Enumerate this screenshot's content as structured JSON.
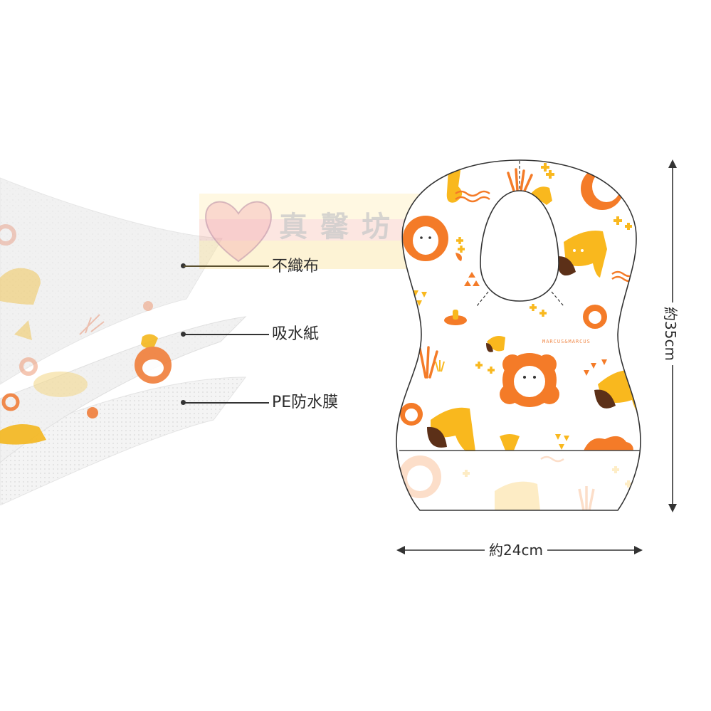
{
  "image_type": "product layer diagram with dimensions",
  "watermark": {
    "title": "真馨坊",
    "colors": {
      "band_top": "#FFF0BE",
      "band_mid": "#F08C78",
      "band_bottom": "#FAE196"
    }
  },
  "layers": {
    "items": [
      {
        "label": "不織布",
        "role": "top layer"
      },
      {
        "label": "吸水紙",
        "role": "middle layer"
      },
      {
        "label": "PE防水膜",
        "role": "bottom layer"
      }
    ]
  },
  "bib": {
    "brand": "MARCUS&MARCUS",
    "colors": {
      "lion_orange": "#F47B28",
      "giraffe_yellow": "#F9B81E",
      "giraffe_brown": "#5C3018",
      "outline": "#333333"
    }
  },
  "dimensions": {
    "width_label": "約24cm",
    "height_label": "約35cm"
  }
}
